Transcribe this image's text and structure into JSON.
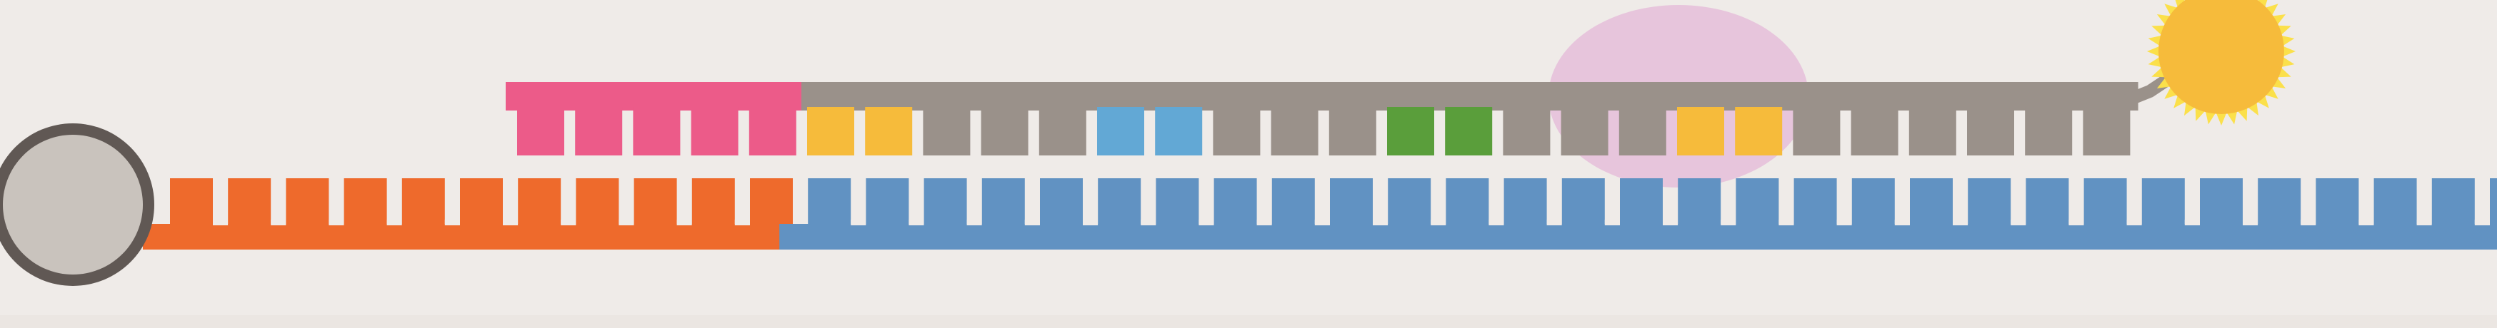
{
  "colors": {
    "background": "#efebe8",
    "floor": "#ebe6e2",
    "bead_fill": "#c9c3bd",
    "bead_ring": "#605854",
    "orange": "#ee6a2c",
    "blue": "#6192c2",
    "pink": "#ec5b89",
    "gray": "#9a918a",
    "yellow": "#f6bb3b",
    "light_blue": "#62a8d5",
    "green": "#5a9e3b",
    "cloud": "#e7c5dc",
    "sun": "#f6bb3b",
    "sun_rays": "#fbe04a"
  },
  "scene": {
    "bead_icon": "gray-bead-icon",
    "sun_icon": "sun-icon",
    "cloud_icon": "pink-cloud-icon",
    "bottom_strand": [
      {
        "color": "orange",
        "teeth": 11
      },
      {
        "color": "blue",
        "teeth": 30
      }
    ],
    "top_strand": [
      {
        "color": "pink",
        "teeth": 5
      },
      {
        "color": "yellow",
        "teeth": 2
      },
      {
        "color": "gray",
        "teeth": 3
      },
      {
        "color": "light_blue",
        "teeth": 2
      },
      {
        "color": "gray",
        "teeth": 3
      },
      {
        "color": "green",
        "teeth": 2
      },
      {
        "color": "gray",
        "teeth": 3
      },
      {
        "color": "yellow",
        "teeth": 2
      },
      {
        "color": "gray",
        "teeth": 6
      }
    ]
  }
}
